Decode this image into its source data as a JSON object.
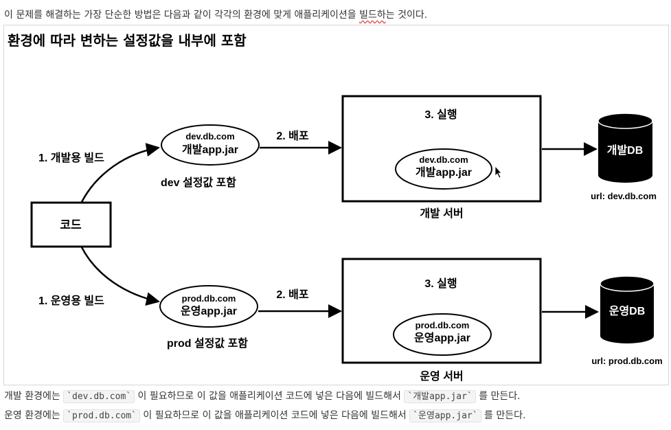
{
  "intro": {
    "pre": "이 문제를 해결하는 가장 단순한 방법은 다음과 같이 각각의 환경에 맞게 애플리케이션을 ",
    "spell": "빌드하",
    "post": "는 것이다."
  },
  "figure": {
    "title": "환경에 따라 변하는 설정값을 내부에 포함",
    "code_box": "코드",
    "dev": {
      "build_label": "1. 개발용 빌드",
      "artifact_host": "dev.db.com",
      "artifact_jar": "개발app.jar",
      "artifact_caption": "dev 설정값 포함",
      "deploy_label": "2. 배포",
      "run_label": "3. 실행",
      "server_host": "dev.db.com",
      "server_jar": "개발app.jar",
      "server_caption": "개발 서버",
      "db_name": "개발DB",
      "db_url": "url: dev.db.com"
    },
    "prod": {
      "build_label": "1. 운영용 빌드",
      "artifact_host": "prod.db.com",
      "artifact_jar": "운영app.jar",
      "artifact_caption": "prod 설정값 포함",
      "deploy_label": "2. 배포",
      "run_label": "3. 실행",
      "server_host": "prod.db.com",
      "server_jar": "운영app.jar",
      "server_caption": "운영 서버",
      "db_name": "운영DB",
      "db_url": "url: prod.db.com"
    }
  },
  "notes": [
    {
      "pre": "개발 환경에는 ",
      "code1": "`dev.db.com`",
      "mid": " 이 필요하므로 이 값을 애플리케이션 코드에 넣은 다음에 빌드해서 ",
      "code2": "`개발app.jar`",
      "post": " 를 만든다."
    },
    {
      "pre": "운영 환경에는 ",
      "code1": "`prod.db.com`",
      "mid": " 이 필요하므로 이 값을 애플리케이션 코드에 넣은 다음에 빌드해서 ",
      "code2": "`운영app.jar`",
      "post": " 를 만든다."
    }
  ]
}
